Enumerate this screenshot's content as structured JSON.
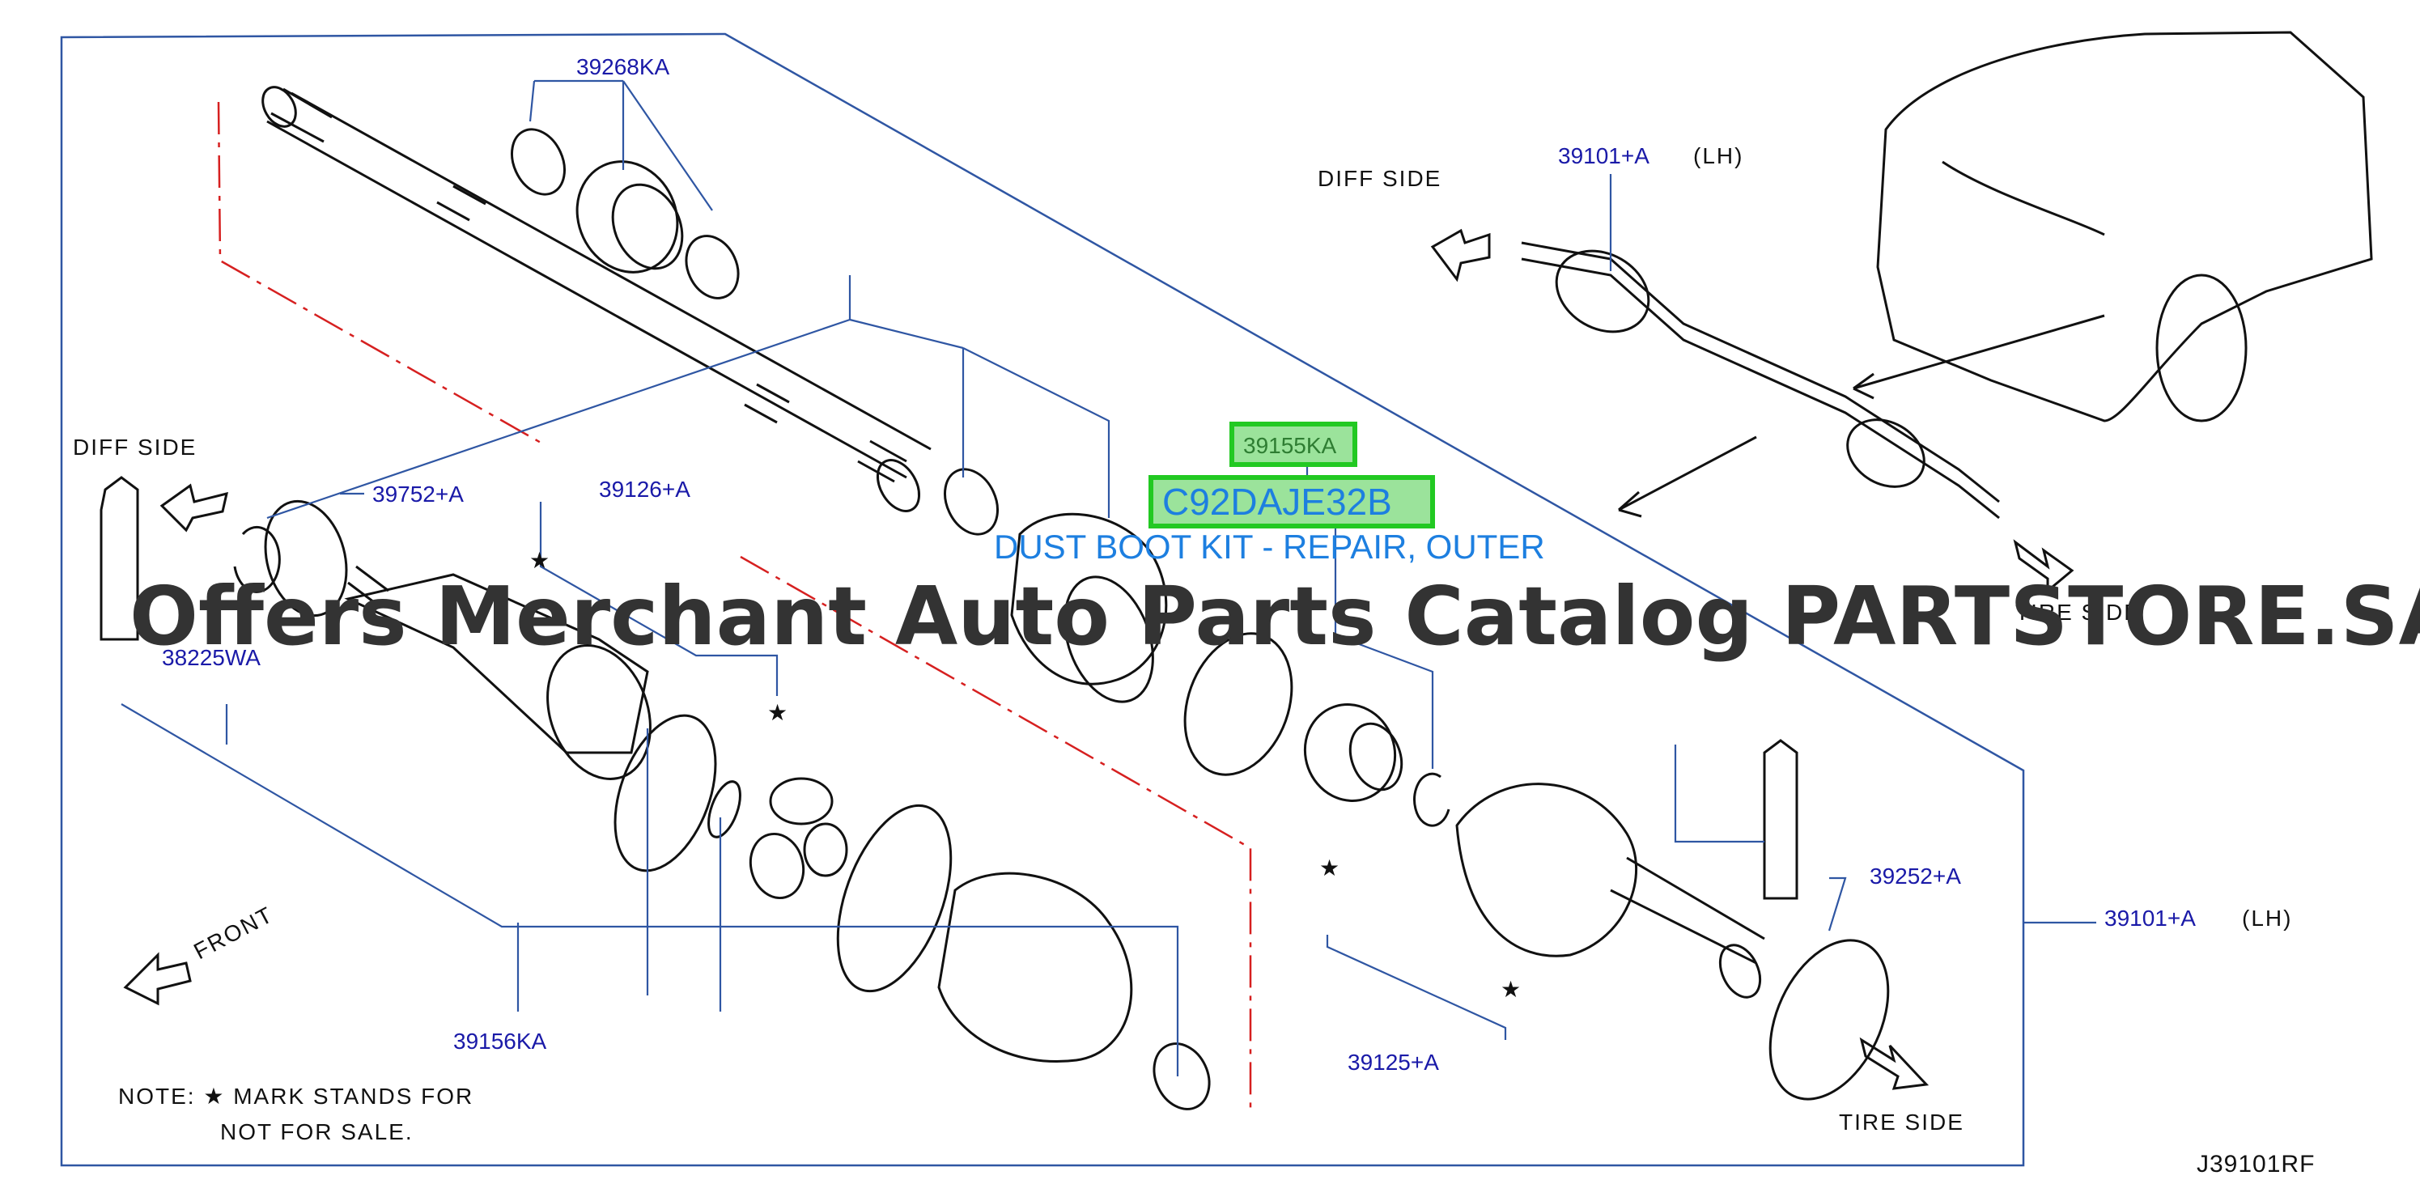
{
  "diagram": {
    "callouts": {
      "c_39268KA": "39268KA",
      "c_39752A": "39752+A",
      "c_39126A": "39126+A",
      "c_38225WA": "38225WA",
      "c_39156KA": "39156KA",
      "c_39125A": "39125+A",
      "c_39252A": "39252+A",
      "c_39101A_right": "39101+A",
      "c_lh_right": "(LH)",
      "c_39101A_top": "39101+A",
      "c_lh_top": "(LH)"
    },
    "labels": {
      "diff_side_left": "DIFF   SIDE",
      "diff_side_top": "DIFF   SIDE",
      "tire_side_bottom": "TIRE   SIDE",
      "tire_side_top": "TIRE SIDE",
      "front": "FRONT",
      "note_line1": "NOTE:   ★ MARK   STANDS   FOR",
      "note_line2": "NOT   FOR   SALE.",
      "star": "★",
      "diagram_ref": "J39101RF"
    },
    "highlight": {
      "part_number": "39155KA",
      "catalog_code": "C92DAJE32B",
      "description": "DUST BOOT KIT - REPAIR, OUTER"
    },
    "watermark": "Offers Merchant Auto Parts Catalog PARTSTORE.SA",
    "colors": {
      "callout": "#1a1aa8",
      "leader": "#2f56a3",
      "highlight_border": "#22c922",
      "highlight_fill": "#9be39b",
      "description": "#1d7fe0",
      "centerline": "#d62020"
    }
  }
}
